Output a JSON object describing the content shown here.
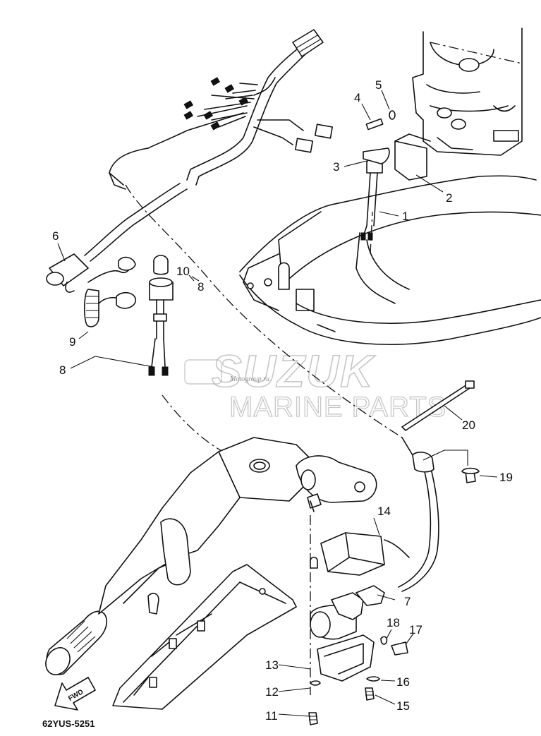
{
  "diagram_code": "62YUS-5251",
  "watermark": {
    "brand": "SUZUK",
    "tagline": "MARINE PARTS",
    "small": "Motogroup.ru"
  },
  "fwd_arrow": "FWD",
  "callouts": {
    "c1": "1",
    "c2": "2",
    "c3": "3",
    "c4": "4",
    "c5": "5",
    "c6": "6",
    "c7": "7",
    "c8a": "8",
    "c8b": "8",
    "c9": "9",
    "c10": "10",
    "c11": "11",
    "c12": "12",
    "c13": "13",
    "c14": "14",
    "c15": "15",
    "c16": "16",
    "c17": "17",
    "c18": "18",
    "c19": "19",
    "c20": "20"
  }
}
